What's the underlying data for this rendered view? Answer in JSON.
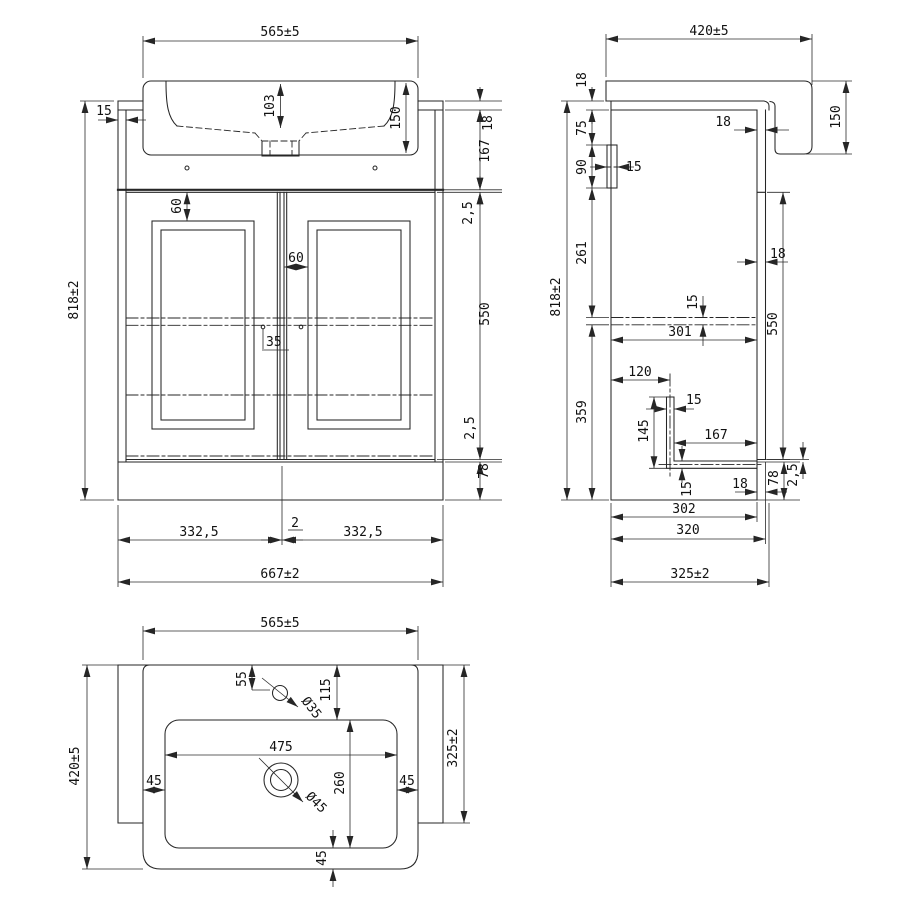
{
  "front": {
    "d565": "565±5",
    "d15": "15",
    "d103": "103",
    "d150": "150",
    "d18": "18",
    "d167": "167",
    "d25a": "2,5",
    "d550": "550",
    "d25b": "2,5",
    "d78": "78",
    "d818": "818±2",
    "d60a": "60",
    "d60b": "60",
    "d35": "35",
    "d3325a": "332,5",
    "d2": "2",
    "d3325b": "332,5",
    "d667": "667±2"
  },
  "side": {
    "d420": "420±5",
    "d18a": "18",
    "d75": "75",
    "d90": "90",
    "d15rail": "15",
    "d261": "261",
    "d818": "818±2",
    "d359": "359",
    "d15shelf": "15",
    "d301": "301",
    "d18b": "18",
    "d150": "150",
    "d550": "550",
    "d18c": "18",
    "d120": "120",
    "d15pipe": "15",
    "d145": "145",
    "d167": "167",
    "d15leg": "15",
    "d18d": "18",
    "d78": "78",
    "d25": "2,5",
    "d302": "302",
    "d320": "320",
    "d325": "325±2"
  },
  "top": {
    "d565": "565±5",
    "d420": "420±5",
    "d55": "55",
    "d35dia": "Ø35",
    "d115": "115",
    "d475": "475",
    "d260": "260",
    "d45l": "45",
    "d45r": "45",
    "d45f": "45",
    "d45dia": "Ø45",
    "d325": "325±2"
  }
}
